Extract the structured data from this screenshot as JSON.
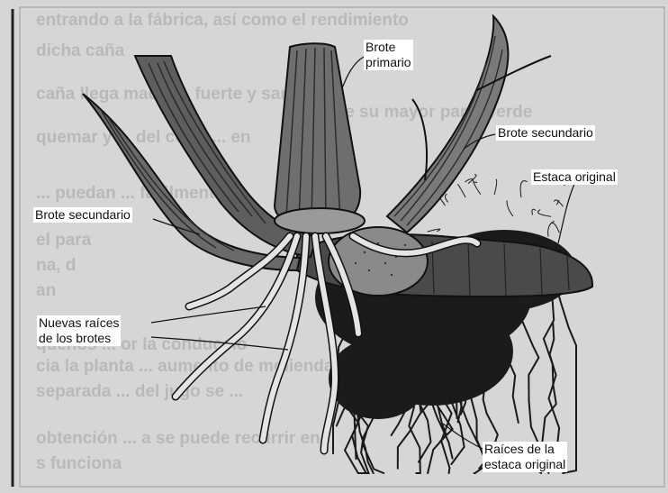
{
  "figure": {
    "labels": {
      "primary_shoot": [
        "Brote",
        "primario"
      ],
      "secondary_shoot_right": "Brote secundario",
      "original_cutting": "Estaca original",
      "secondary_shoot_left": "Brote secundario",
      "new_shoot_roots": [
        "Nuevas raíces",
        "de los brotes"
      ],
      "original_cutting_roots": [
        "Raíces de la",
        "estaca original"
      ]
    },
    "background_text": [
      "entrando a la fábrica, así como el rendimiento",
      "dicha caña",
      "caña llega madura, fuerte y sana",
      "que su mayor parte verde",
      "quemar y ... del corte ... en",
      "... puedan ... fácilmente",
      "el para",
      "na, d",
      "an",
      "queños ... or la conduccio",
      "cia la planta ... aumento de molienda",
      "separada ... del jugo se ...",
      "obtención ... a se puede recurrir en",
      "s funciona"
    ],
    "colors": {
      "paper": "#d6d6d6",
      "ink": "#111111",
      "label_bg": "#ffffff",
      "bg_text": "#b9b9b9"
    }
  }
}
